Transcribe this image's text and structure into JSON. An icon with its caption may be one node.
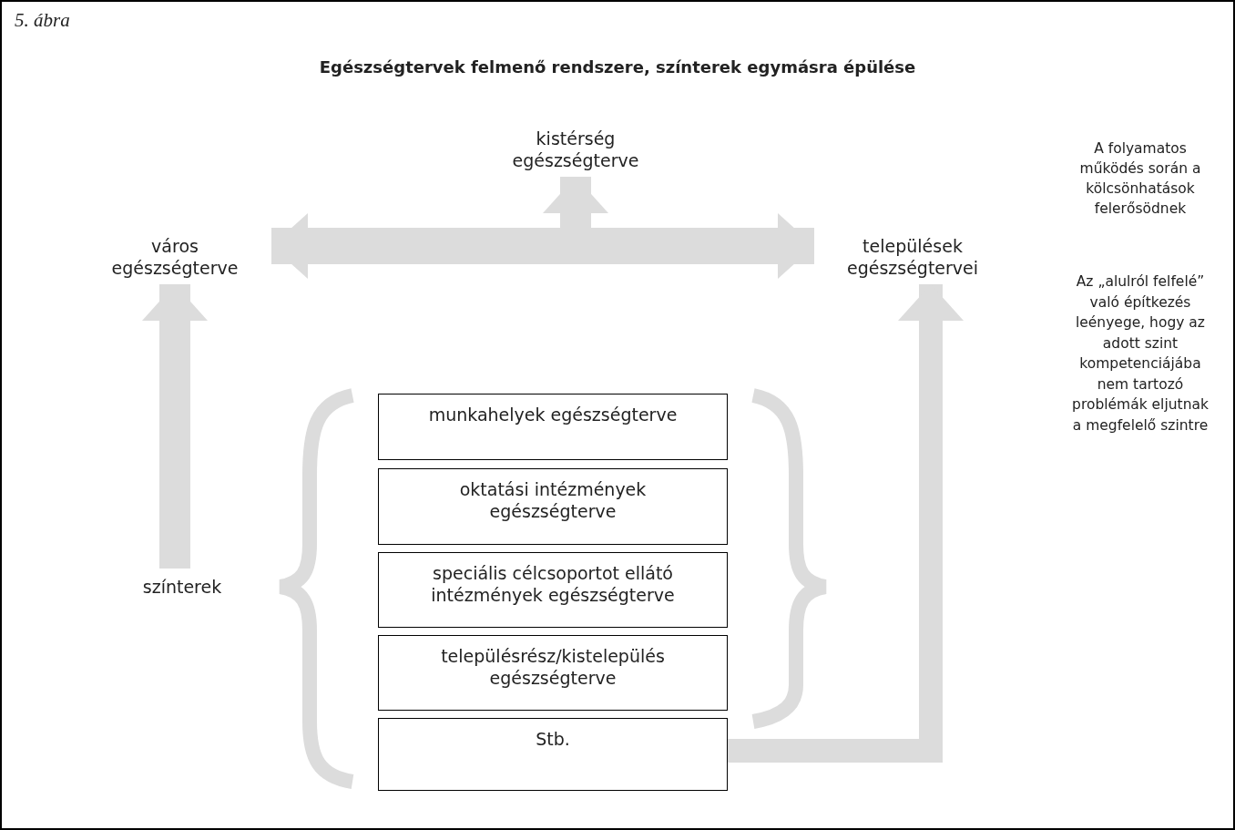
{
  "diagram": {
    "title": "Egészségtervek felmenő rendszere, színterek egymásra épülése",
    "nodes": [
      {
        "text": [
          "város egészségterve"
        ]
      },
      {
        "text": [
          "kistérség egészségterve"
        ]
      },
      {
        "text": [
          "települések egészségtervei"
        ]
      },
      {
        "text": [
          "színterek"
        ]
      },
      {
        "text": [
          "munkahelyek egészségterve"
        ]
      },
      {
        "text": [
          "oktatási intézmények egészségterve"
        ]
      },
      {
        "text": [
          "speciális célcsoportot ellátó intézmények egészségterve"
        ]
      },
      {
        "text": [
          "településrész/kistelepülés egészségterve"
        ]
      },
      {
        "text": [
          "Stb."
        ]
      }
    ],
    "edges": [
      {
        "from": 0,
        "to": 2,
        "arrow": "both"
      },
      {
        "from": null,
        "to": 1,
        "arrow": "to"
      },
      {
        "from": 3,
        "to": 0,
        "arrow": "to"
      },
      {
        "from": 8,
        "to": 2,
        "arrow": "to"
      }
    ],
    "labels": [
      "5. ábra",
      "A folyamatos működés során a kölcsönhatások felerősödnek",
      "Az „alulról felfelé” való építkezés leényege, hogy az adott szint kompetenciájába nem tartozó problémák eljutnak a megfelelő szintre"
    ]
  }
}
